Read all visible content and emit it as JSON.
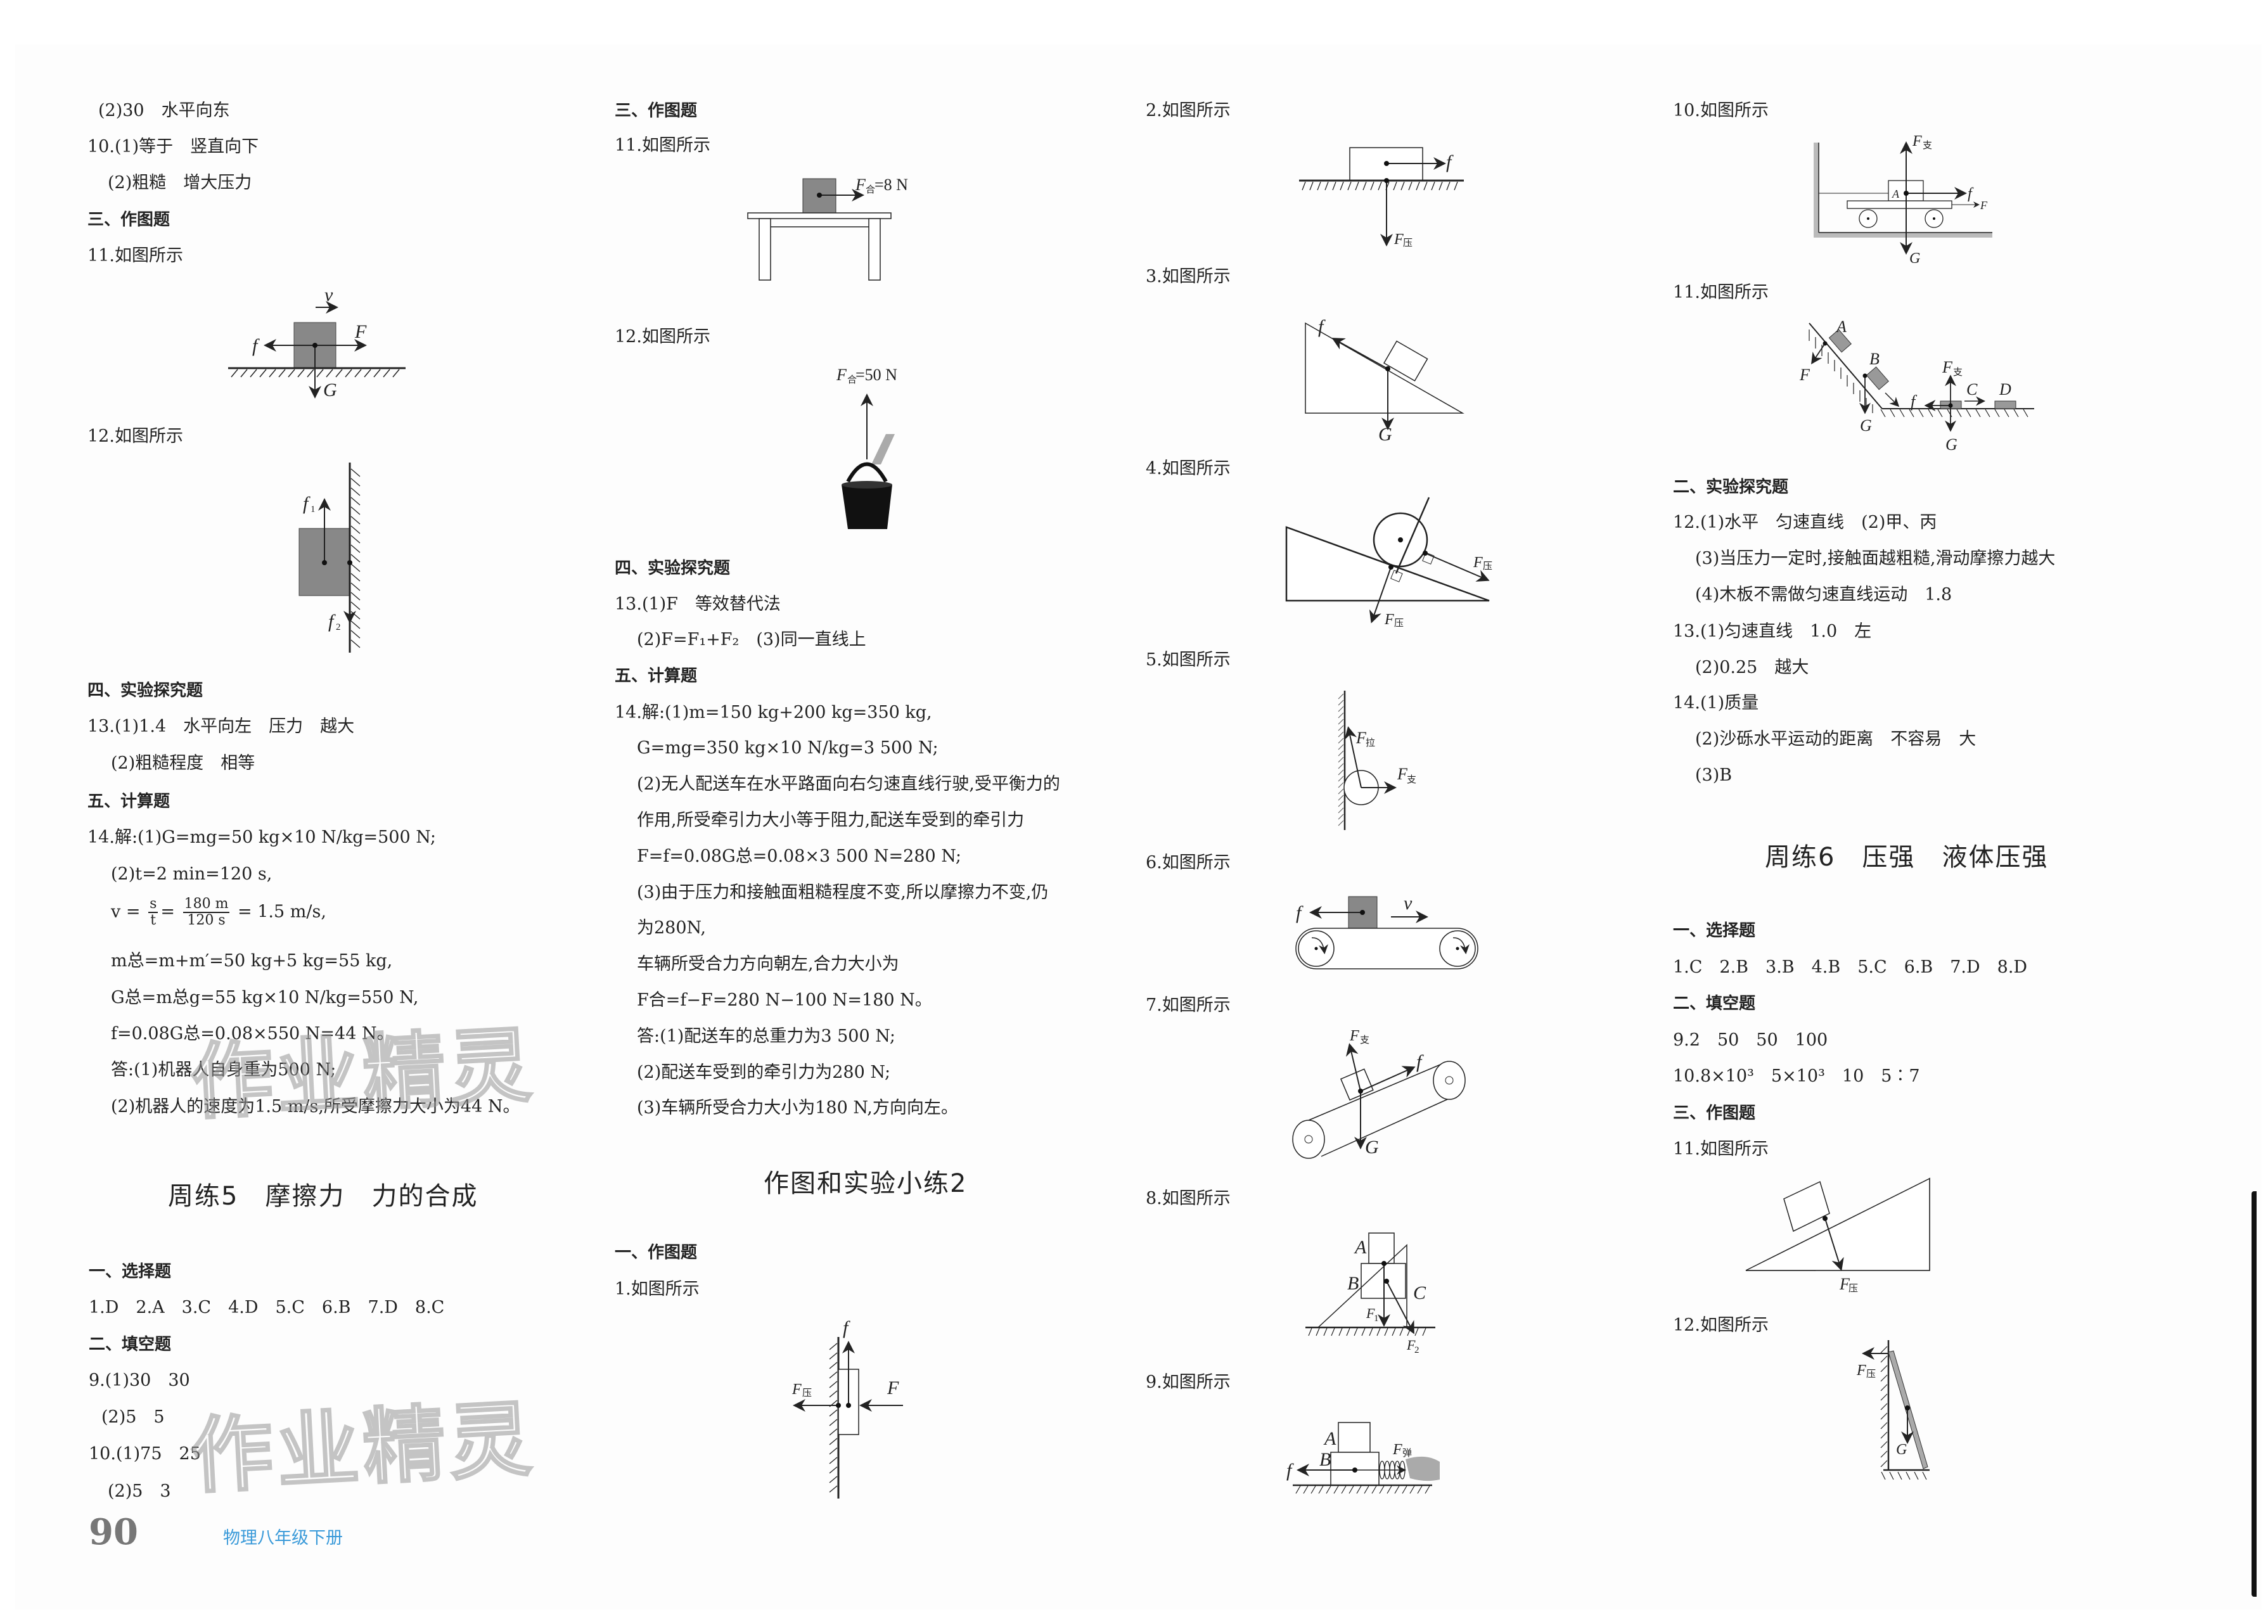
{
  "page": {
    "page_number": "90",
    "book_title": "物理八年级下册",
    "watermark": "作业精灵"
  },
  "col1": {
    "lines": [
      "(2)30　水平向东",
      "10.(1)等于　竖直向下",
      "(2)粗糙　增大压力"
    ],
    "sec3": "三、作图题",
    "q11": "11.如图所示",
    "q12": "12.如图所示",
    "fig11": {
      "v": "v",
      "F": "F",
      "f": "f",
      "G": "G"
    },
    "fig12": {
      "f1": "f",
      "f1_sub": "1",
      "f2": "f",
      "f2_sub": "2"
    },
    "sec4": "四、实验探究题",
    "q13_1": "13.(1)1.4　水平向左　压力　越大",
    "q13_2": "(2)粗糙程度　相等",
    "sec5": "五、计算题",
    "q14": [
      "14.解:(1)G=mg=50 kg×10 N/kg=500 N;",
      "(2)t=2 min=120 s,",
      "v = s/t = 180 m / 120 s = 1.5 m/s,",
      "m总=m+m′=50 kg+5 kg=55 kg,",
      "G总=m总g=55 kg×10 N/kg=550 N,",
      "f=0.08G总=0.08×550 N=44 N。",
      "答:(1)机器人自身重为500 N;",
      "(2)机器人的速度为1.5 m/s,所受摩擦力大小为44 N。"
    ],
    "q14_frac": {
      "v": "v =",
      "s": "s",
      "t": "t",
      "num": "180 m",
      "den": "120 s",
      "res": "= 1.5 m/s,"
    },
    "week5_title": "周练5　摩擦力　力的合成",
    "w5_sec1": "一、选择题",
    "w5_choices": "1.D　2.A　3.C　4.D　5.C　6.B　7.D　8.C",
    "w5_sec2": "二、填空题",
    "w5_fill": [
      "9.(1)30　30",
      "(2)5　5",
      "10.(1)75　25",
      "(2)5　3"
    ]
  },
  "col2": {
    "sec3": "三、作图题",
    "q11": "11.如图所示",
    "fig11": {
      "label": "F",
      "sub": "合",
      "value": "=8 N"
    },
    "q12": "12.如图所示",
    "fig12": {
      "label": "F",
      "sub": "合",
      "value": "=50 N"
    },
    "sec4": "四、实验探究题",
    "q13_1": "13.(1)F　等效替代法",
    "q13_2": "(2)F=F₁+F₂　(3)同一直线上",
    "sec5": "五、计算题",
    "q14": [
      "14.解:(1)m=150 kg+200 kg=350 kg,",
      "G=mg=350 kg×10 N/kg=3 500 N;",
      "(2)无人配送车在水平路面向右匀速直线行驶,受平衡力的",
      "作用,所受牵引力大小等于阻力,配送车受到的牵引力",
      "F=f=0.08G总=0.08×3 500 N=280 N;",
      "(3)由于压力和接触面粗糙程度不变,所以摩擦力不变,仍",
      "为280N,",
      "车辆所受合力方向朝左,合力大小为",
      "F合=f−F=280 N−100 N=180 N。",
      "答:(1)配送车的总重力为3 500 N;",
      "(2)配送车受到的牵引力为280 N;",
      "(3)车辆所受合力大小为180 N,方向向左。"
    ],
    "practice2_title": "作图和实验小练2",
    "p2_sec1": "一、作图题",
    "p2_q1": "1.如图所示",
    "p2_fig1": {
      "f": "f",
      "Fp": "F",
      "Fp_sub": "压",
      "F": "F"
    }
  },
  "col3": {
    "items": [
      {
        "label": "2.如图所示",
        "fig": {
          "f": "f",
          "F": "F",
          "sub": "压"
        }
      },
      {
        "label": "3.如图所示",
        "fig": {
          "f": "f",
          "G": "G"
        }
      },
      {
        "label": "4.如图所示",
        "fig": {
          "F": "F",
          "sub": "压"
        }
      },
      {
        "label": "5.如图所示",
        "fig": {
          "F": "F",
          "sub_pull": "拉",
          "sub_sup": "支"
        }
      },
      {
        "label": "6.如图所示",
        "fig": {
          "f": "f",
          "v": "v"
        }
      },
      {
        "label": "7.如图所示",
        "fig": {
          "F": "F",
          "sub": "支",
          "f": "f",
          "G": "G"
        }
      },
      {
        "label": "8.如图所示",
        "fig": {
          "A": "A",
          "B": "B",
          "C": "C",
          "F1": "F",
          "F1_sub": "1",
          "F2": "F",
          "F2_sub": "2"
        }
      },
      {
        "label": "9.如图所示",
        "fig": {
          "A": "A",
          "B": "B",
          "f": "f",
          "F": "F",
          "sub": "弹"
        }
      }
    ]
  },
  "col4": {
    "q10": "10.如图所示",
    "fig10": {
      "F": "F",
      "sub": "支",
      "A": "A",
      "f": "f",
      "F2": "F",
      "G": "G"
    },
    "q11": "11.如图所示",
    "fig11": {
      "A": "A",
      "B": "B",
      "C": "C",
      "D": "D",
      "F": "F",
      "Fs": "F",
      "sub": "支",
      "f": "f",
      "G": "G"
    },
    "sec2": "二、实验探究题",
    "lines": [
      "12.(1)水平　匀速直线　(2)甲、丙",
      "(3)当压力一定时,接触面越粗糙,滑动摩擦力越大",
      "(4)木板不需做匀速直线运动　1.8",
      "13.(1)匀速直线　1.0　左",
      "(2)0.25　越大",
      "14.(1)质量",
      "(2)沙砾水平运动的距离　不容易　大",
      "(3)B"
    ],
    "week6_title": "周练6　压强　液体压强",
    "w6_sec1": "一、选择题",
    "w6_choices": "1.C　2.B　3.B　4.B　5.C　6.B　7.D　8.D",
    "w6_sec2": "二、填空题",
    "w6_fill": [
      "9.2　50　50　100",
      "10.8×10³　5×10³　10　5∶7"
    ],
    "w6_sec3": "三、作图题",
    "w6_q11": "11.如图所示",
    "w6_fig11": {
      "F": "F",
      "sub": "压"
    },
    "w6_q12": "12.如图所示",
    "w6_fig12": {
      "F": "F",
      "sub": "压",
      "G": "G"
    }
  }
}
